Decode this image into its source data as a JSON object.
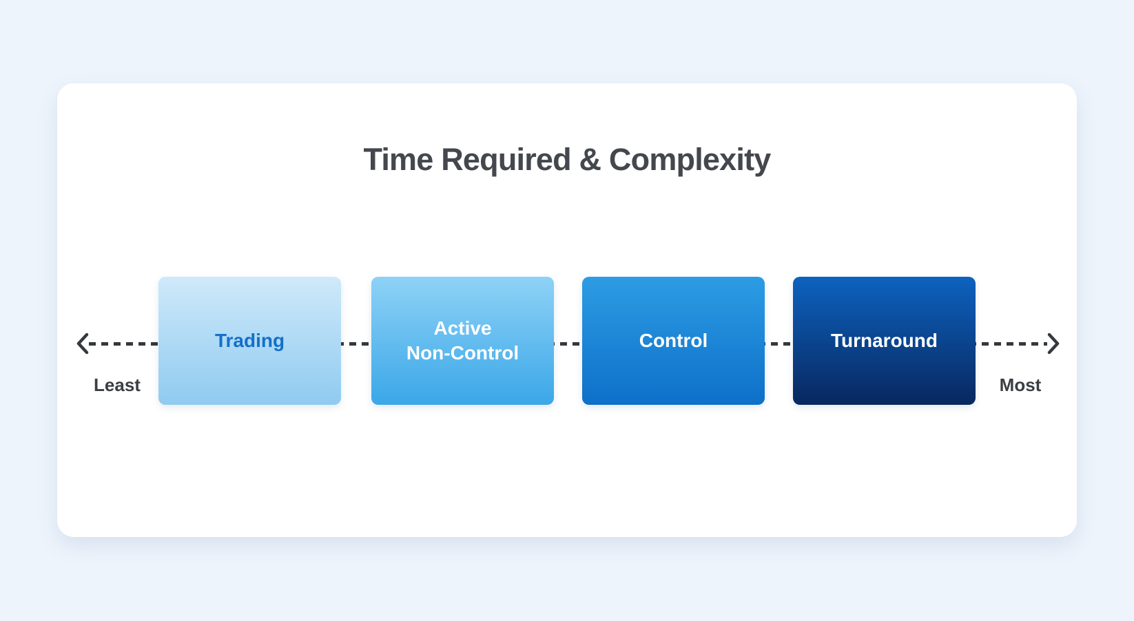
{
  "page": {
    "background": "#edf4fc"
  },
  "card": {
    "background": "#ffffff"
  },
  "title": "Time Required & Complexity",
  "title_color": "#44474d",
  "axis": {
    "least_label": "Least",
    "most_label": "Most",
    "line_color": "#35383c",
    "label_color": "#3b3e42",
    "style": "dashed-double-arrow"
  },
  "stages": [
    {
      "label": "Trading",
      "text_color": "#1470c8",
      "gradient_top": "#cfe9fa",
      "gradient_bottom": "#8fcbf0"
    },
    {
      "label": "Active\nNon-Control",
      "text_color": "#ffffff",
      "gradient_top": "#8ed2f6",
      "gradient_bottom": "#3ba7e8"
    },
    {
      "label": "Control",
      "text_color": "#ffffff",
      "gradient_top": "#2d9ce4",
      "gradient_bottom": "#0d70c9"
    },
    {
      "label": "Turnaround",
      "text_color": "#ffffff",
      "gradient_top": "#0d62bf",
      "gradient_bottom": "#08285f"
    }
  ]
}
